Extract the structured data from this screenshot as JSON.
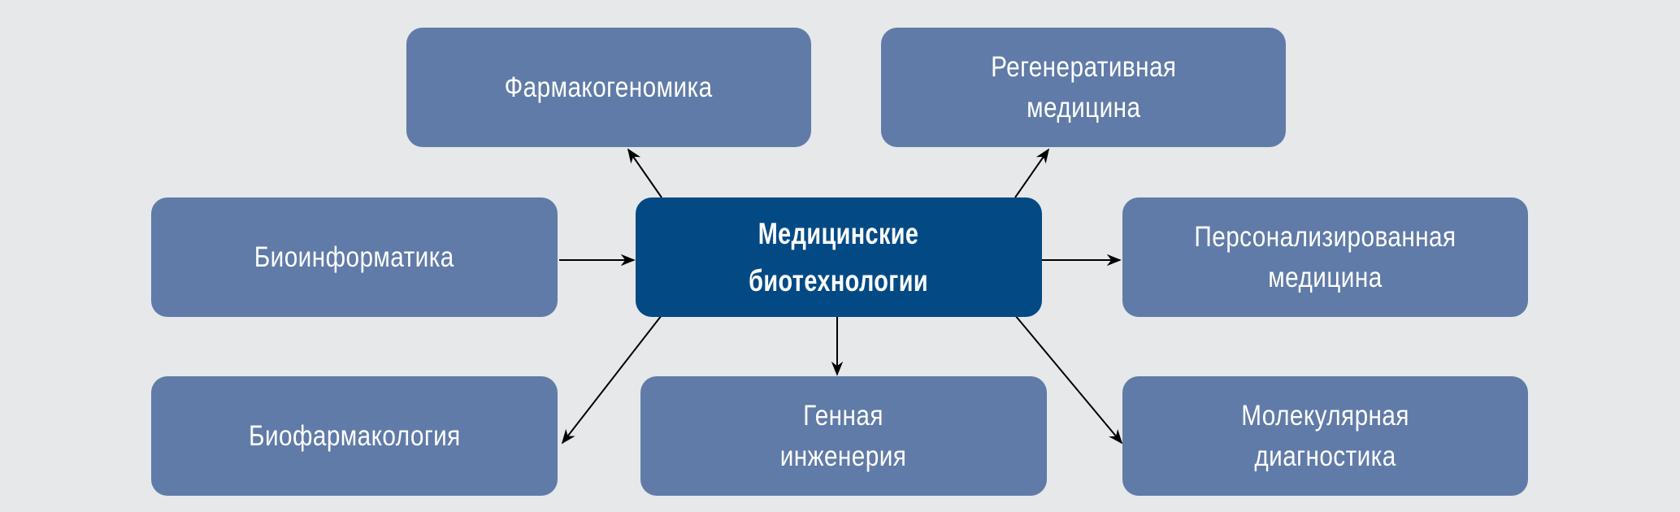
{
  "center": {
    "label": "Медицинские\nбиотехнологии"
  },
  "nodes": [
    {
      "label": "Фармакогеномика"
    },
    {
      "label": "Регенеративная\nмедицина"
    },
    {
      "label": "Биоинформатика"
    },
    {
      "label": "Персонализированная\nмедицина"
    },
    {
      "label": "Биофармакология"
    },
    {
      "label": "Генная\nинженерия"
    },
    {
      "label": "Молекулярная\nдиагностика"
    }
  ],
  "colors": {
    "background": "#e6e8ea",
    "node": "#607ba8",
    "center": "#034a85",
    "arrow": "#000000"
  }
}
